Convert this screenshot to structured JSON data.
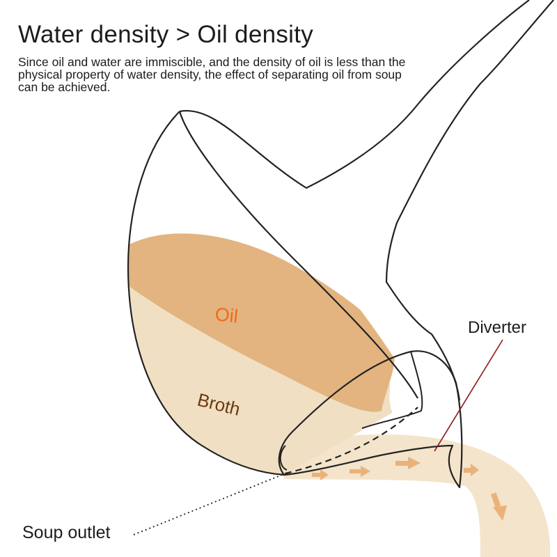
{
  "heading": {
    "title": "Water density > Oil density",
    "description": "Since oil and water are immiscible, and the density of oil is less than the physical property of water density, the effect of separating oil from soup can be achieved."
  },
  "labels": {
    "oil": "Oil",
    "broth": "Broth",
    "diverter": "Diverter",
    "soup_outlet": "Soup outlet"
  },
  "colors": {
    "oil": "#e3b47f",
    "broth": "#f0dfc2",
    "oil_label": "#f06a1a",
    "broth_label": "#6b3a12",
    "pointer": "#8b1a1a",
    "outline": "#222222",
    "arrows": "#eab27a"
  }
}
